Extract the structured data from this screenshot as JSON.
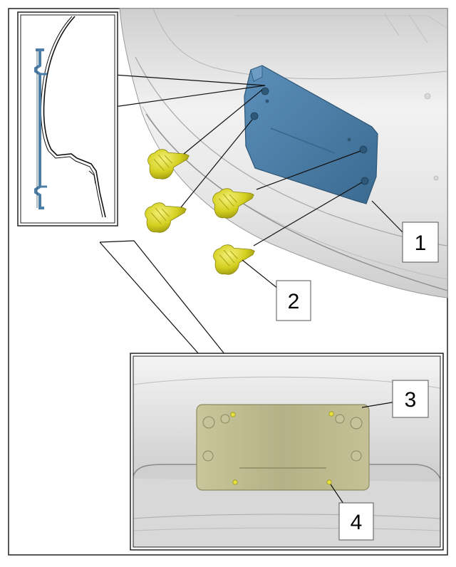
{
  "callouts": [
    {
      "id": "1",
      "label": "1"
    },
    {
      "id": "2",
      "label": "2"
    },
    {
      "id": "3",
      "label": "3"
    },
    {
      "id": "4",
      "label": "4"
    }
  ],
  "colors": {
    "bracket": "#4b7da6",
    "bracket_dark": "#2f5675",
    "screw": "#d6d218",
    "bumper": "#e8e8e8",
    "plate_tan": "#b8b58a",
    "frame": "#222222"
  },
  "icons": {
    "screw": "expansion-screw-icon",
    "bracket": "licence-plate-bracket-icon"
  }
}
